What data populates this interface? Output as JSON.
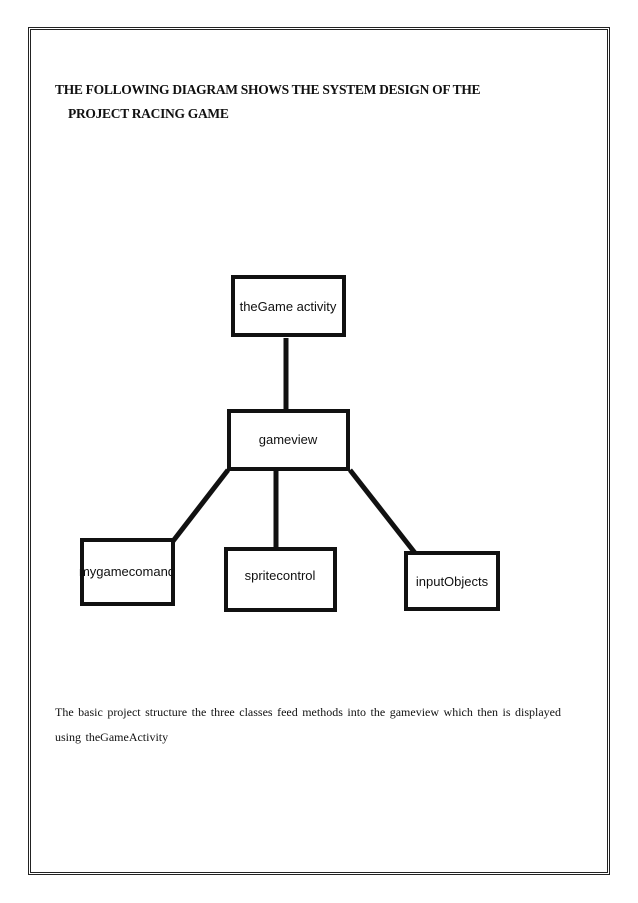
{
  "heading": {
    "line1": "THE FOLLOWING DIAGRAM SHOWS THE SYSTEM DESIGN OF THE",
    "line2": "PROJECT RACING GAME"
  },
  "diagram": {
    "nodes": {
      "root": "theGame activity",
      "center": "gameview",
      "left": "mygamecomand",
      "middle": "spritecontrol",
      "right": "inputObjects"
    }
  },
  "caption": {
    "line1": "The basic project structure the three classes feed methods into the gameview which then is displayed",
    "line2": "using theGameActivity"
  }
}
